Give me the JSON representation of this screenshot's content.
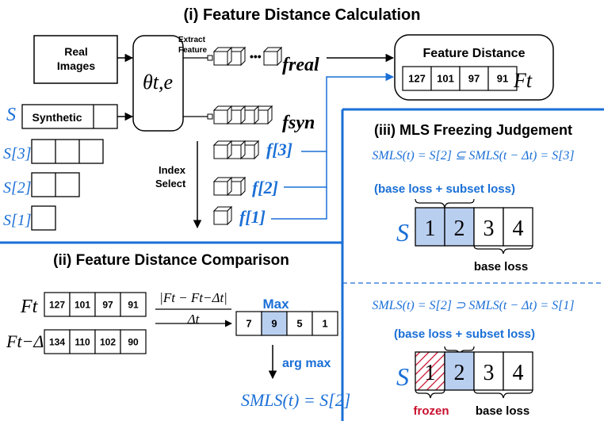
{
  "colors": {
    "accent_blue": "#1a6fd6",
    "highlight_fill": "#b9cff0",
    "frozen_red": "#c8102e",
    "border": "#000000"
  },
  "section1": {
    "title": "(i) Feature Distance Calculation",
    "real_images_line1": "Real",
    "real_images_line2": "Images",
    "synthetic_label": "Synthetic",
    "set_S": "S",
    "subset3": "S[3]",
    "subset2": "S[2]",
    "subset1": "S[1]",
    "theta": "θt,e",
    "extract_feature_line1": "Extract",
    "extract_feature_line2": "Feature",
    "f_real": "freal",
    "f_syn": "fsyn",
    "index_select_line1": "Index",
    "index_select_line2": "Select",
    "f3": "f[3]",
    "f2": "f[2]",
    "f1": "f[1]",
    "feature_distance_title": "Feature Distance",
    "distance_values": [
      "127",
      "101",
      "97",
      "91"
    ],
    "Ft": "Ft"
  },
  "section2": {
    "title": "(ii) Feature Distance Comparison",
    "Ft": "Ft",
    "Ft_prev": "Ft−Δt",
    "Ft_values": [
      "127",
      "101",
      "97",
      "91"
    ],
    "Ft_prev_values": [
      "134",
      "110",
      "102",
      "90"
    ],
    "formula_numerator": "|Ft − Ft−Δt|",
    "formula_denominator": "Δt",
    "max_label": "Max",
    "diff_values": [
      "7",
      "9",
      "5",
      "1"
    ],
    "max_index": 1,
    "arg_max_label": "arg max",
    "result": "SMLS(t) = S[2]"
  },
  "section3": {
    "title": "(iii) MLS Freezing Judgement",
    "case1_formula": "SMLS(t) = S[2] ⊆ SMLS(t − Δt) = S[3]",
    "case1_loss_label": "(base loss + subset loss)",
    "case1_cells": [
      "1",
      "2",
      "3",
      "4"
    ],
    "case1_base_loss": "base loss",
    "case2_formula": "SMLS(t) = S[2] ⊃ SMLS(t − Δt) = S[1]",
    "case2_loss_label": "(base loss + subset loss)",
    "case2_cells": [
      "1",
      "2",
      "3",
      "4"
    ],
    "frozen_label": "frozen",
    "case2_base_loss": "base loss"
  }
}
